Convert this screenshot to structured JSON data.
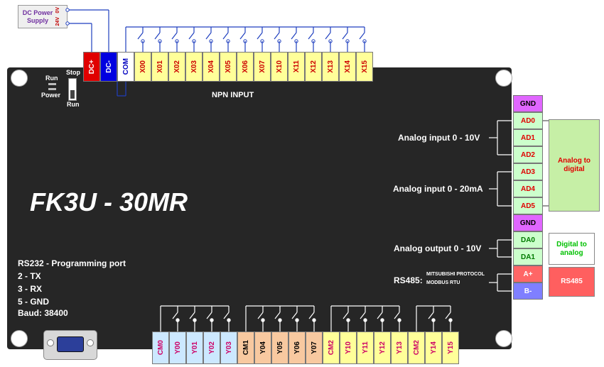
{
  "power_supply": {
    "title": "DC Power Supply",
    "v0": "0V",
    "v24": "24V"
  },
  "top_terminals": [
    "DC+",
    "DC-",
    "COM",
    "X00",
    "X01",
    "X02",
    "X03",
    "X04",
    "X05",
    "X06",
    "X07",
    "X10",
    "X11",
    "X12",
    "X13",
    "X14",
    "X15"
  ],
  "board": {
    "model": "FK3U - 30MR",
    "npn_input": "NPN INPUT",
    "run": "Run",
    "power": "Power",
    "stop": "Stop",
    "switch_run": "Run",
    "analog_in_voltage": "Analog input 0 - 10V",
    "analog_in_current": "Analog input 0 - 20mA",
    "analog_out": "Analog output 0 - 10V",
    "rs485": "RS485:",
    "rs485_protocol_1": "MITSUBISHI PROTOCOL",
    "rs485_protocol_2": "MODBUS RTU",
    "rs232_title": "RS232 - Programming port",
    "rs232_tx": "2 - TX",
    "rs232_rx": "3 - RX",
    "rs232_gnd": "5 - GND",
    "rs232_baud": "Baud: 38400"
  },
  "right_terminals": [
    "GND",
    "AD0",
    "AD1",
    "AD2",
    "AD3",
    "AD4",
    "AD5",
    "GND",
    "DA0",
    "DA1",
    "A+",
    "B-"
  ],
  "right_boxes": {
    "adc": "Analog to digital",
    "dac": "Digital to analog",
    "rs485": "RS485"
  },
  "bottom_terminals": [
    "CM0",
    "Y00",
    "Y01",
    "Y02",
    "Y03",
    "CM1",
    "Y04",
    "Y05",
    "Y06",
    "Y07",
    "CM2",
    "Y10",
    "Y11",
    "Y12",
    "Y13",
    "CM2",
    "Y14",
    "Y15"
  ],
  "colors": {
    "dc_plus": "#e00000",
    "dc_minus": "#0000e0",
    "com": "#ffffff",
    "input": "#ffff99",
    "gnd": "#e066ff",
    "analog": "#ccffcc",
    "a_plus": "#ff6666",
    "b_minus": "#7f7fff",
    "out_blue": "#cce8ff",
    "out_orange": "#f8c9a0",
    "adc_box": "#c6efa6",
    "rs485_box": "#ff5f5f"
  }
}
